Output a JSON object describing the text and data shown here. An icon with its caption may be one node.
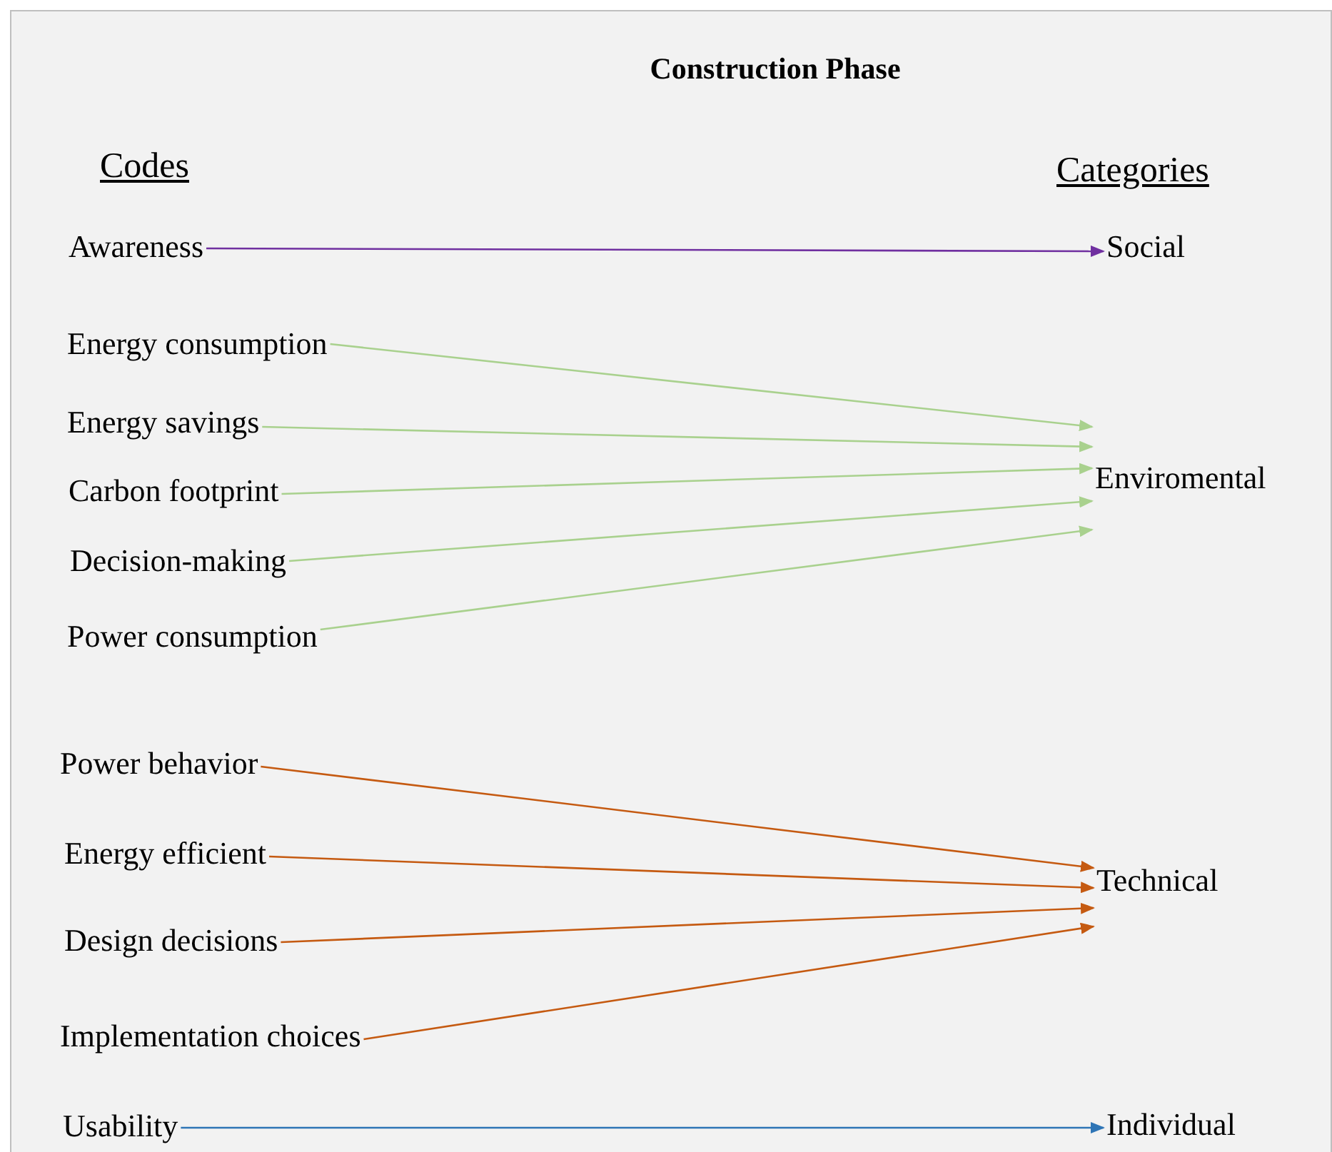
{
  "diagram": {
    "title": "Construction Phase",
    "nodes": [
      {
        "text": [
          "Awareness"
        ]
      },
      {
        "text": [
          "Social"
        ]
      },
      {
        "text": [
          "Energy consumption"
        ]
      },
      {
        "text": [
          "Energy savings"
        ]
      },
      {
        "text": [
          "Carbon footprint"
        ]
      },
      {
        "text": [
          "Decision-making"
        ]
      },
      {
        "text": [
          "Enviromental"
        ]
      },
      {
        "text": [
          "Power consumption"
        ]
      },
      {
        "text": [
          "Power behavior"
        ]
      },
      {
        "text": [
          "Energy efficient"
        ]
      },
      {
        "text": [
          "Technical"
        ]
      },
      {
        "text": [
          "Design decisions"
        ]
      },
      {
        "text": [
          "Implementation choices"
        ]
      },
      {
        "text": [
          "Usability"
        ]
      },
      {
        "text": [
          "Individual"
        ]
      }
    ],
    "edges": [
      {
        "from": 0,
        "to": 1,
        "arrow": "to",
        "color": "#7030a0"
      },
      {
        "from": 2,
        "to": 6,
        "arrow": "to",
        "color": "#a9d18e"
      },
      {
        "from": 3,
        "to": 6,
        "arrow": "to",
        "color": "#a9d18e"
      },
      {
        "from": 4,
        "to": 6,
        "arrow": "to",
        "color": "#a9d18e"
      },
      {
        "from": 5,
        "to": 6,
        "arrow": "to",
        "color": "#a9d18e"
      },
      {
        "from": 7,
        "to": 6,
        "arrow": "to",
        "color": "#a9d18e"
      },
      {
        "from": 8,
        "to": 10,
        "arrow": "to",
        "color": "#c55a11"
      },
      {
        "from": 9,
        "to": 10,
        "arrow": "to",
        "color": "#c55a11"
      },
      {
        "from": 11,
        "to": 10,
        "arrow": "to",
        "color": "#c55a11"
      },
      {
        "from": 12,
        "to": 10,
        "arrow": "to",
        "color": "#c55a11"
      },
      {
        "from": 13,
        "to": 14,
        "arrow": "to",
        "color": "#2e75b6"
      }
    ],
    "labels": [
      "Codes",
      "Categories"
    ]
  }
}
